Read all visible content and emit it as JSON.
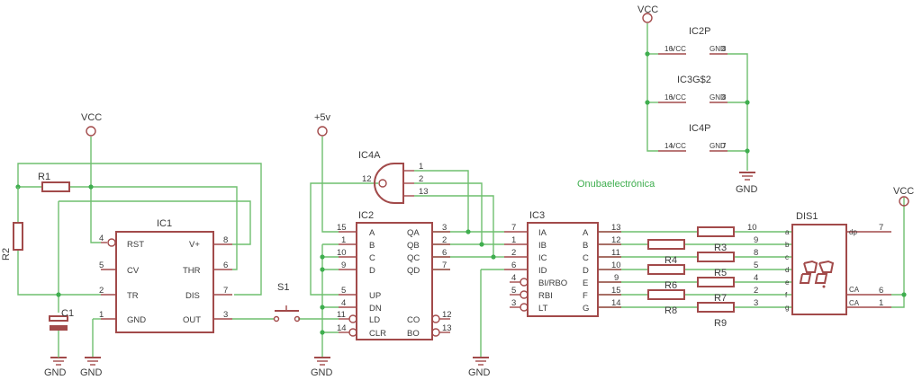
{
  "brand": "Onubaelectrónica",
  "supplies": {
    "vcc": "VCC",
    "plus5v": "+5v",
    "gnd": "GND"
  },
  "ic1": {
    "name": "IC1",
    "pins_left": [
      "RST",
      "CV",
      "TR",
      "GND"
    ],
    "pins_right": [
      "V+",
      "THR",
      "DIS",
      "OUT"
    ],
    "nums_left": [
      "4",
      "5",
      "2",
      "1"
    ],
    "nums_right": [
      "8",
      "6",
      "7",
      "3"
    ]
  },
  "ic2": {
    "name": "IC2",
    "pins_left": [
      "A",
      "B",
      "C",
      "D",
      "UP",
      "DN",
      "LD",
      "CLR"
    ],
    "pins_right": [
      "QA",
      "QB",
      "QC",
      "QD",
      "CO",
      "BO"
    ],
    "nums_left": [
      "15",
      "1",
      "10",
      "9",
      "5",
      "4",
      "11",
      "14"
    ],
    "nums_right": [
      "3",
      "2",
      "6",
      "7",
      "12",
      "13"
    ]
  },
  "ic3": {
    "name": "IC3",
    "pins_left": [
      "IA",
      "IB",
      "IC",
      "ID",
      "BI/RBO",
      "RBI",
      "LT"
    ],
    "pins_right": [
      "A",
      "B",
      "C",
      "D",
      "E",
      "F",
      "G"
    ],
    "nums_left": [
      "7",
      "1",
      "2",
      "6",
      "4",
      "5",
      "3"
    ],
    "nums_right": [
      "13",
      "12",
      "11",
      "10",
      "9",
      "15",
      "14"
    ]
  },
  "ic4a": {
    "name": "IC4A",
    "pins": [
      "1",
      "2",
      "13",
      "12"
    ]
  },
  "power_block": {
    "ic2p": "IC2P",
    "ic3gs2": "IC3G$2",
    "ic4p": "IC4P",
    "vcc_pin": "16",
    "vcc_label": "VCC",
    "gnd_pin": "8",
    "gnd_label": "GND",
    "vcc_pin_b": "14",
    "gnd_pin_b": "7"
  },
  "components": {
    "r1": "R1",
    "r2": "R2",
    "c1": "C1",
    "s1": "S1",
    "r3": "R3",
    "r4": "R4",
    "r5": "R5",
    "r6": "R6",
    "r7": "R7",
    "r8": "R8",
    "r9": "R9"
  },
  "display": {
    "name": "DIS1",
    "pins_left": [
      "a",
      "b",
      "c",
      "d",
      "e",
      "f",
      "g"
    ],
    "nums_left": [
      "10",
      "9",
      "8",
      "5",
      "4",
      "2",
      "3"
    ],
    "dp": "dp",
    "dp_num": "7",
    "ca": "CA",
    "ca_nums": [
      "6",
      "1"
    ]
  }
}
